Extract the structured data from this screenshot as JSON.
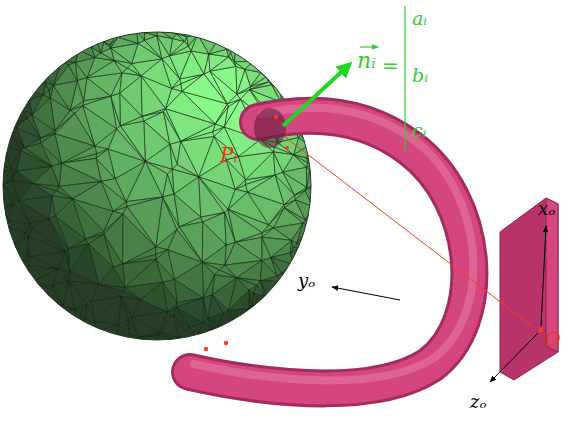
{
  "diagram": {
    "labels": [
      "nᵢ",
      "=",
      "aᵢ",
      "bᵢ",
      "cᵢ",
      "Pᵢ",
      "xₒ",
      "yₒ",
      "zₒ",
      "O"
    ]
  }
}
